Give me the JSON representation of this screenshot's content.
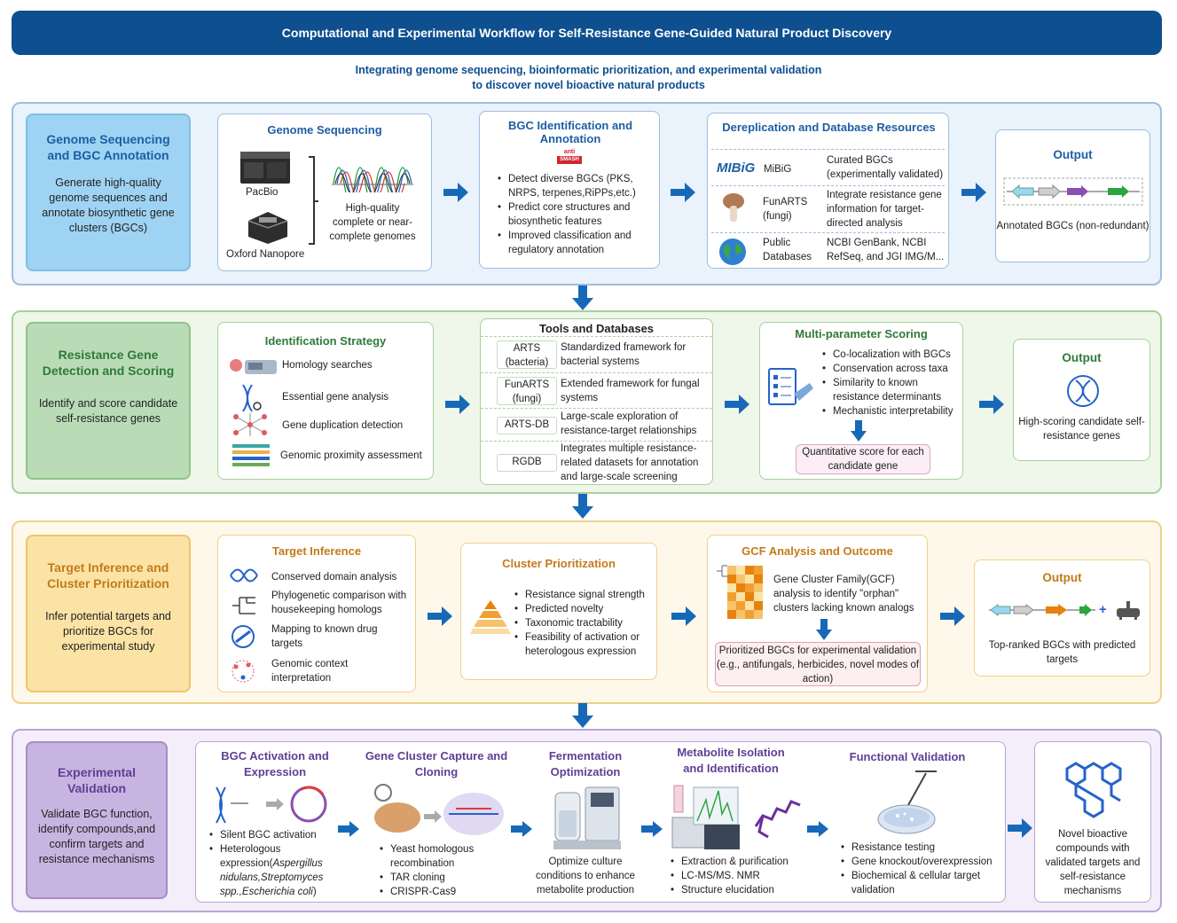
{
  "title": "Computational and Experimental Workflow for Self-Resistance Gene-Guided Natural Product Discovery",
  "subtitle": [
    "Integrating genome sequencing, bioinformatic prioritization, and experimental validation",
    "to discover novel bioactive natural products"
  ],
  "colors": {
    "blue": "#1f6fbf",
    "green": "#6aaa57",
    "yellow": "#e8b04a",
    "purple": "#8b6bb7",
    "arrow": "#1769b8",
    "title_bg": "#0d4f8f"
  },
  "s1": {
    "side_title": "Genome Sequencing and BGC Annotation",
    "side_desc": "Generate high-quality genome sequences and annotate biosynthetic gene clusters (BGCs)",
    "seq_title": "Genome Sequencing",
    "pacbio": "PacBio",
    "nanopore": "Oxford Nanopore",
    "seq_out": "High-quality complete or near-complete genomes",
    "bgc_title": "BGC Identification and Annotation",
    "antismash_top": "anti",
    "antismash_bot": "SMASH",
    "bgc_items": [
      "Detect diverse BGCs (PKS, NRPS, terpenes,RiPPs,etc.)",
      "Predict core structures and biosynthetic features",
      "Improved classification and regulatory annotation"
    ],
    "derep_title": "Dereplication and Database Resources",
    "mibig_logo": "MIBiG",
    "mibig": "MiBiG",
    "mibig_desc": "Curated BGCs (experimentally validated)",
    "funarts": "FunARTS (fungi)",
    "funarts_desc": "Integrate resistance gene information for target-directed analysis",
    "public": "Public Databases",
    "public_desc": "NCBI GenBank, NCBI RefSeq, and JGI IMG/M...",
    "out_title": "Output",
    "out_desc": "Annotated BGCs (non-redundant)"
  },
  "s2": {
    "side_title": "Resistance Gene Detection and Scoring",
    "side_desc": "Identify and score candidate self-resistance genes",
    "strategy_title": "Identification Strategy",
    "strategies": [
      "Homology searches",
      "Essential gene analysis",
      "Gene duplication detection",
      "Genomic proximity assessment"
    ],
    "tools_title": "Tools and Databases",
    "tools": [
      {
        "name": "ARTS (bacteria)",
        "desc": "Standardized framework for bacterial systems"
      },
      {
        "name": "FunARTS (fungi)",
        "desc": "Extended framework for fungal systems"
      },
      {
        "name": "ARTS-DB",
        "desc": "Large-scale exploration of resistance-target relationships"
      },
      {
        "name": "RGDB",
        "desc": "Integrates multiple resistance-related datasets for annotation and large-scale screening"
      }
    ],
    "scoring_title": "Multi-parameter Scoring",
    "scoring_items": [
      "Co-localization with BGCs",
      "Conservation across taxa",
      "Similarity to known resistance determinants",
      "Mechanistic interpretability"
    ],
    "scoring_out": "Quantitative score for each candidate gene",
    "out_title": "Output",
    "out_desc": "High-scoring candidate self-resistance genes"
  },
  "s3": {
    "side_title": "Target Inference and Cluster Prioritization",
    "side_desc": "Infer potential targets and prioritize BGCs for experimental study",
    "target_title": "Target Inference",
    "targets": [
      "Conserved domain analysis",
      "Phylogenetic comparison with housekeeping homologs",
      "Mapping to known drug targets",
      "Genomic context interpretation"
    ],
    "cluster_title": "Cluster Prioritization",
    "cluster_items": [
      "Resistance signal strength",
      "Predicted novelty",
      "Taxonomic tractability",
      "Feasibility of activation or heterologous expression"
    ],
    "gcf_title": "GCF Analysis and Outcome",
    "gcf_desc": "Gene Cluster Family(GCF) analysis to identify \"orphan\" clusters lacking known analogs",
    "gcf_out": "Prioritized BGCs for experimental validation (e.g., antifungals, herbicides, novel modes of action)",
    "out_title": "Output",
    "plus": "+",
    "out_desc": "Top-ranked BGCs with predicted targets"
  },
  "s4": {
    "side_title": "Experimental Validation",
    "side_desc": "Validate BGC function, identify compounds,and confirm targets and resistance mechanisms",
    "act_title": "BGC Activation and Expression",
    "act_item1": "Silent BGC activation",
    "act_item2_pre": "Heterologous expression(",
    "act_item2_ital": "Aspergillus nidulans,Streptomyces spp.,Escherichia coli",
    "act_item2_post": ")",
    "cap_title": "Gene Cluster Capture and Cloning",
    "cap_items": [
      "Yeast homologous recombination",
      "TAR cloning",
      "CRISPR-Cas9"
    ],
    "ferm_title": "Fermentation Optimization",
    "ferm_desc": "Optimize culture conditions to enhance metabolite production",
    "iso_title": "Metabolite Isolation and Identification",
    "iso_items": [
      "Extraction & purification",
      "LC-MS/MS. NMR",
      "Structure elucidation"
    ],
    "func_title": "Functional Validation",
    "func_items": [
      "Resistance testing",
      "Gene knockout/overexpression",
      "Biochemical & cellular target validation"
    ],
    "out_desc": "Novel bioactive compounds with validated targets and self-resistance mechanisms"
  }
}
